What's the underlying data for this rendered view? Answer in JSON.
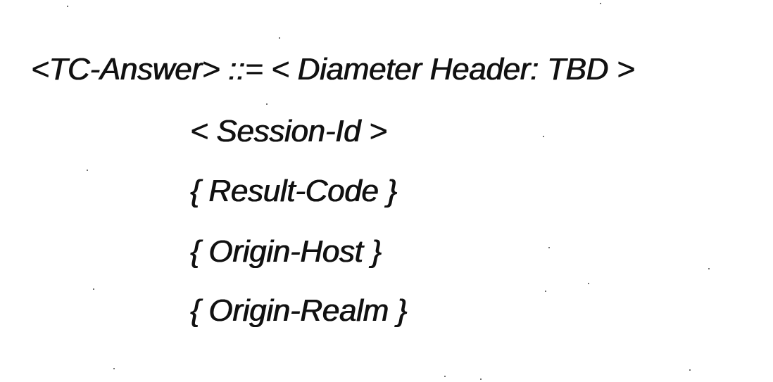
{
  "document": {
    "header_line": "<TC-Answer> ::= < Diameter Header: TBD >",
    "avp_lines": [
      "< Session-Id >",
      "{ Result-Code }",
      "{ Origin-Host }",
      "{ Origin-Realm }"
    ]
  },
  "colors": {
    "text": "#111111",
    "background": "#ffffff"
  }
}
